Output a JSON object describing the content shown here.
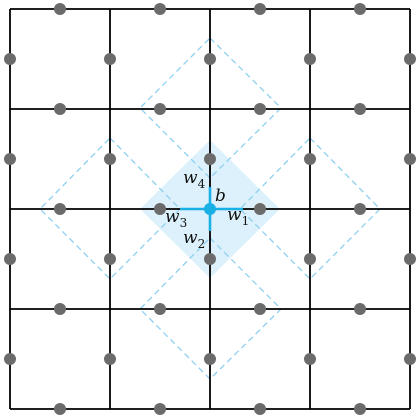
{
  "diagram": {
    "grid_cells": 4,
    "colors": {
      "grid_line": "#000000",
      "edge_node": "#6b6b6b",
      "vertex_accent": "#1ab0e6",
      "plaquette_fill": "#dcf1fb",
      "dashed_outline": "#8fd0f0"
    },
    "labels": {
      "b": "b",
      "w1": {
        "base": "w",
        "sub": "1"
      },
      "w2": {
        "base": "w",
        "sub": "2"
      },
      "w3": {
        "base": "w",
        "sub": "3"
      },
      "w4": {
        "base": "w",
        "sub": "4"
      }
    }
  }
}
